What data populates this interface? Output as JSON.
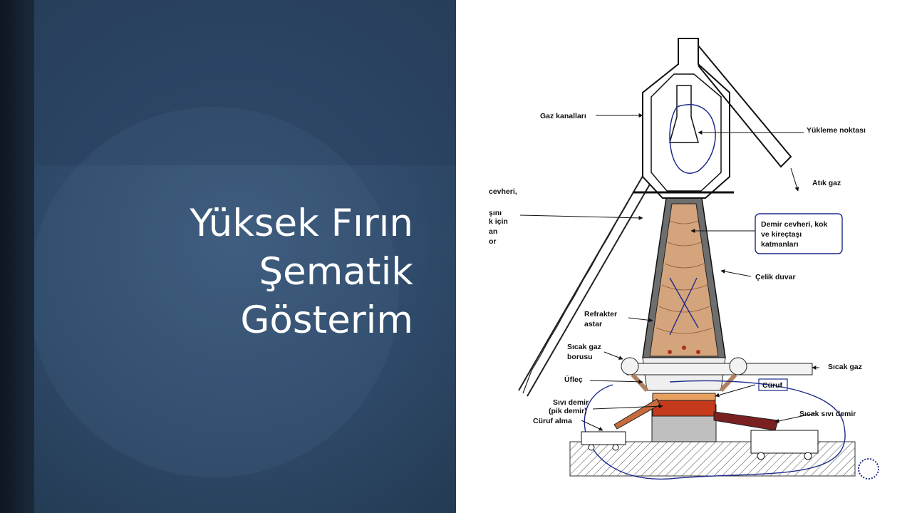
{
  "slide": {
    "title_lines": [
      "Yüksek Fırın",
      "Şematik",
      "Gösterim"
    ]
  },
  "diagram": {
    "labels": {
      "gas_channels": "Gaz kanalları",
      "loading_point": "Yükleme noktası",
      "waste_gas": "Atık gaz",
      "left_cut_1": "cevheri,",
      "left_cut_2": "şını",
      "left_cut_3": "k için",
      "left_cut_4": "an",
      "left_cut_5": "or",
      "charge_1": "Demir cevheri, kok",
      "charge_2": "ve kireçtaşı",
      "charge_3": "katmanları",
      "steel_wall": "Çelik duvar",
      "refractory_1": "Refrakter",
      "refractory_2": "astar",
      "hot_gas_pipe_1": "Sıcak gaz",
      "hot_gas_pipe_2": "borusu",
      "tuyere": "Üfleç",
      "hot_gas": "Sıcak gaz",
      "slag": "Cüruf",
      "liquid_iron_1": "Sıvı demir",
      "liquid_iron_2": "(pik demir)",
      "slag_tap": "Cüruf alma",
      "hot_liquid_iron": "Sıcak sıvı demir"
    },
    "colors": {
      "charge": "#d4a47c",
      "molten": "#c43a1a",
      "annotation": "#1c2a8a"
    }
  }
}
